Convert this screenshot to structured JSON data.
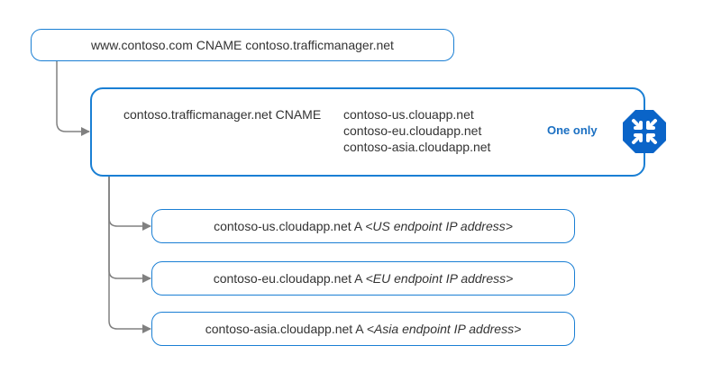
{
  "top_record": "www.contoso.com CNAME contoso.trafficmanager.net",
  "traffic_manager": {
    "record": "contoso.trafficmanager.net CNAME",
    "targets": [
      "contoso-us.clouapp.net",
      "contoso-eu.cloudapp.net",
      "contoso-asia.cloudapp.net"
    ],
    "selection_note": "One only",
    "icon": "traffic-manager-icon"
  },
  "endpoints": [
    {
      "record": "contoso-us.cloudapp.net A ",
      "ip_label": "<US endpoint IP address>"
    },
    {
      "record": "contoso-eu.cloudapp.net A ",
      "ip_label": "<EU endpoint IP address>"
    },
    {
      "record": "contoso-asia.cloudapp.net A ",
      "ip_label": "<Asia endpoint IP address>"
    }
  ],
  "colors": {
    "box_border": "#1a7fd4",
    "connector": "#808080",
    "accent": "#1a6fc2",
    "icon_fill": "#0a64c8"
  }
}
